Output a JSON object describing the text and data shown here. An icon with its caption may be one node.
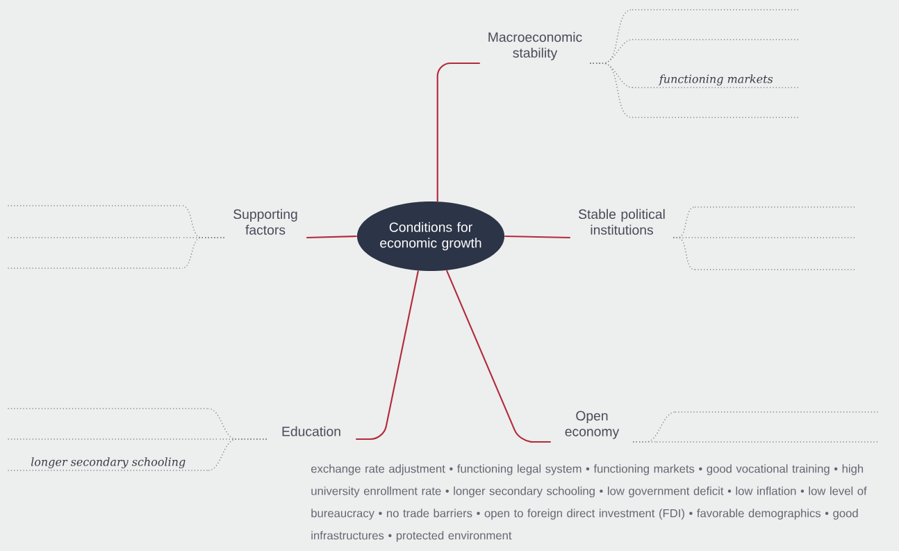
{
  "diagram": {
    "nodes": [
      {
        "text": [
          "Conditions for economic growth"
        ]
      },
      {
        "text": [
          "Macroeconomic stability"
        ]
      },
      {
        "text": [
          "Supporting factors"
        ]
      },
      {
        "text": [
          "Stable political institutions"
        ]
      },
      {
        "text": [
          "Education"
        ]
      },
      {
        "text": [
          "Open economy"
        ]
      },
      {
        "text": [],
        "shape": "line"
      },
      {
        "text": [],
        "shape": "line"
      },
      {
        "text": [
          "functioning markets"
        ]
      },
      {
        "text": [],
        "shape": "line"
      },
      {
        "text": [],
        "shape": "line"
      },
      {
        "text": [],
        "shape": "line"
      },
      {
        "text": [],
        "shape": "line"
      },
      {
        "text": [],
        "shape": "line"
      },
      {
        "text": [],
        "shape": "line"
      },
      {
        "text": [],
        "shape": "line"
      },
      {
        "text": [],
        "shape": "line"
      },
      {
        "text": [],
        "shape": "line"
      },
      {
        "text": [
          "longer secondary schooling"
        ]
      },
      {
        "text": [],
        "shape": "line"
      },
      {
        "text": [],
        "shape": "line"
      }
    ],
    "edges": [
      {
        "from": 0,
        "to": 1,
        "arrow": "none",
        "color": "#b22a3a"
      },
      {
        "from": 0,
        "to": 2,
        "arrow": "none",
        "color": "#b22a3a"
      },
      {
        "from": 0,
        "to": 3,
        "arrow": "none",
        "color": "#b22a3a"
      },
      {
        "from": 0,
        "to": 4,
        "arrow": "none",
        "color": "#b22a3a"
      },
      {
        "from": 0,
        "to": 5,
        "arrow": "none",
        "color": "#b22a3a"
      },
      {
        "from": 1,
        "to": 6,
        "arrow": "none",
        "style": "dashed"
      },
      {
        "from": 1,
        "to": 7,
        "arrow": "none",
        "style": "dashed"
      },
      {
        "from": 1,
        "to": 8,
        "arrow": "none",
        "style": "dashed"
      },
      {
        "from": 1,
        "to": 9,
        "arrow": "none",
        "style": "dashed"
      },
      {
        "from": 2,
        "to": 10,
        "arrow": "none",
        "style": "dashed"
      },
      {
        "from": 2,
        "to": 11,
        "arrow": "none",
        "style": "dashed"
      },
      {
        "from": 2,
        "to": 12,
        "arrow": "none",
        "style": "dashed"
      },
      {
        "from": 3,
        "to": 13,
        "arrow": "none",
        "style": "dashed"
      },
      {
        "from": 3,
        "to": 14,
        "arrow": "none",
        "style": "dashed"
      },
      {
        "from": 3,
        "to": 15,
        "arrow": "none",
        "style": "dashed"
      },
      {
        "from": 4,
        "to": 16,
        "arrow": "none",
        "style": "dashed"
      },
      {
        "from": 4,
        "to": 17,
        "arrow": "none",
        "style": "dashed"
      },
      {
        "from": 4,
        "to": 18,
        "arrow": "none",
        "style": "dashed"
      },
      {
        "from": 5,
        "to": 19,
        "arrow": "none",
        "style": "dashed"
      },
      {
        "from": 5,
        "to": 20,
        "arrow": "none",
        "style": "dashed"
      }
    ],
    "labels": [
      "exchange rate adjustment • functioning legal system • functioning markets • good vocational training • high university enrollment rate • longer secondary schooling • low government deficit • low inflation • low level of bureaucracy • no trade barriers • open to foreign direct investment (FDI) • favorable demographics • good infrastructures • protected environment"
    ]
  }
}
